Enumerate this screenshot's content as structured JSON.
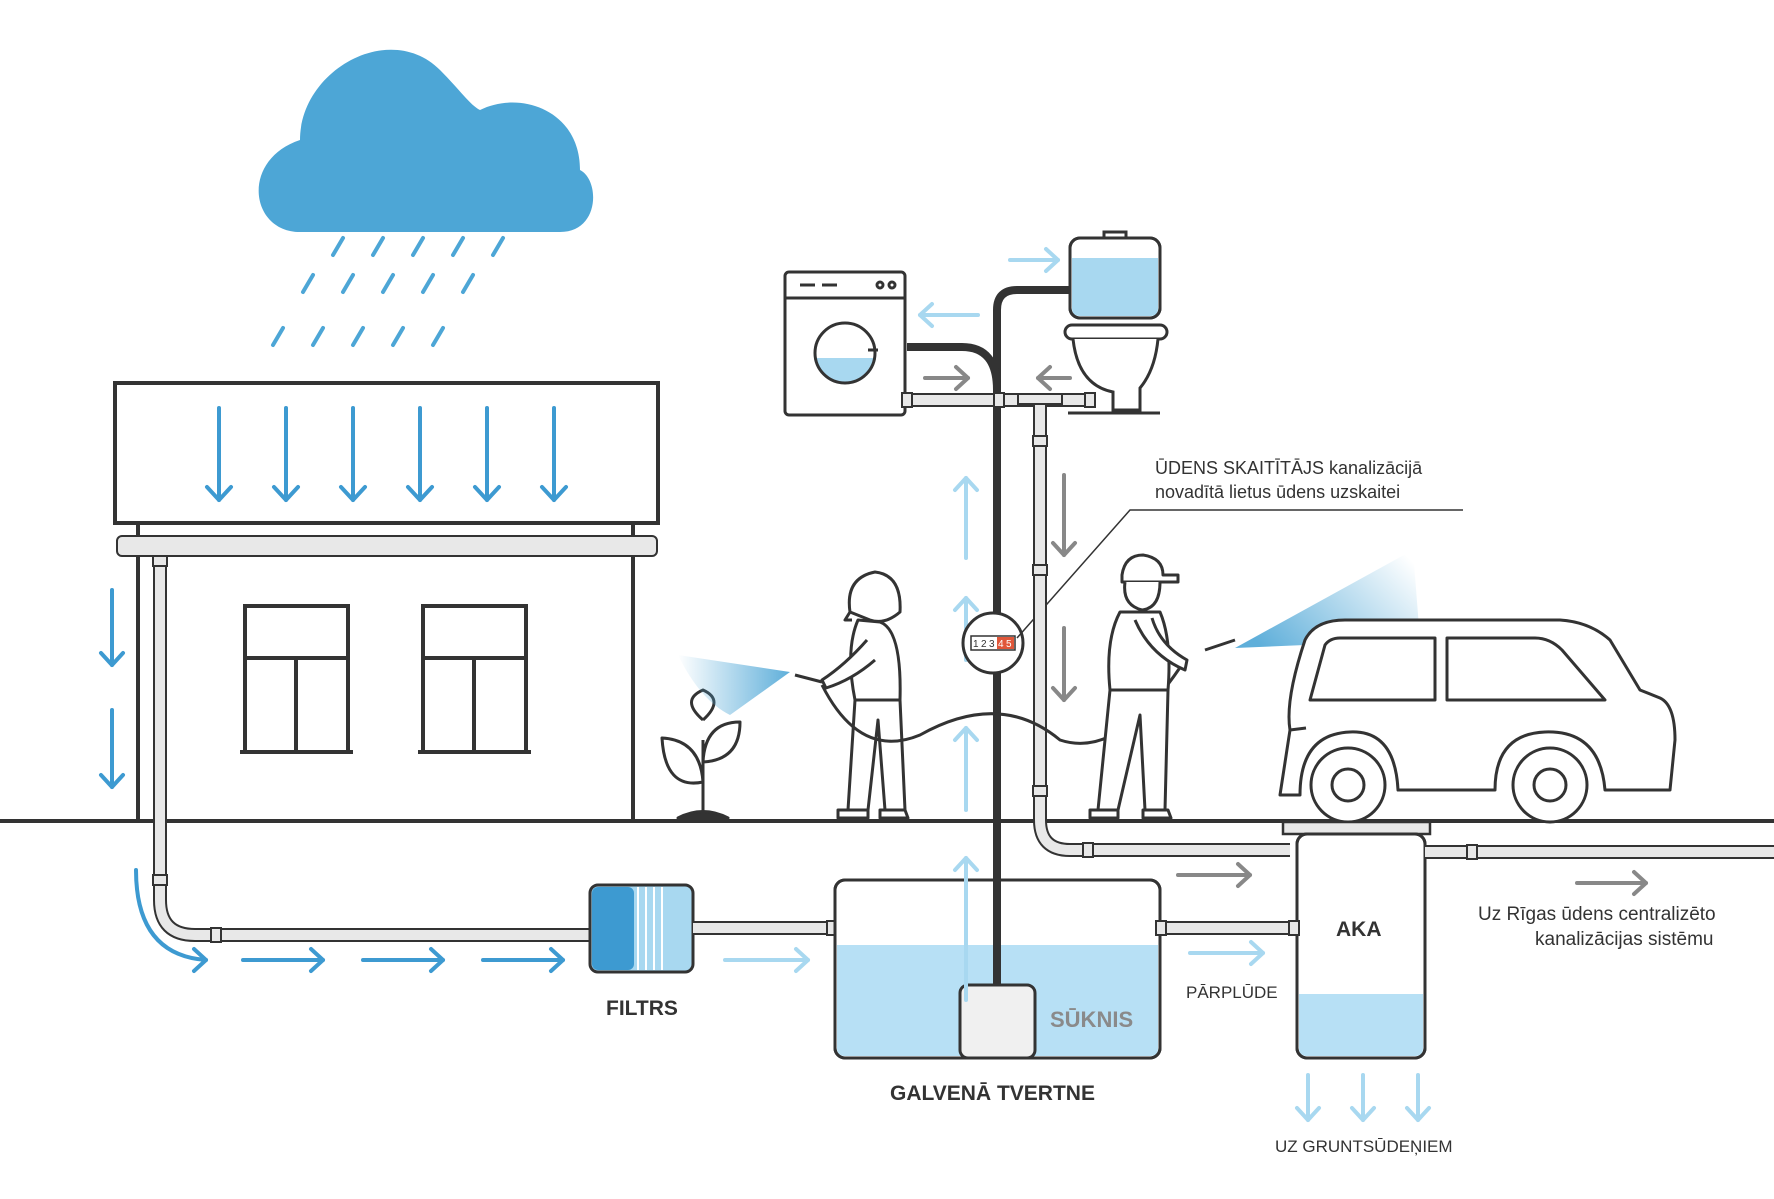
{
  "labels": {
    "meter_title": "ŪDENS SKAITĪTĀJS kanalizācijā",
    "meter_subtitle": "novadītā lietus ūdens uzskaitei",
    "filter": "FILTRS",
    "main_tank": "GALVENĀ TVERTNE",
    "pump": "SŪKNIS",
    "overflow": "PĀRPLŪDE",
    "aka": "AKA",
    "sewer_line1": "Uz Rīgas ūdens centralizēto",
    "sewer_line2": "kanalizācijas sistēmu",
    "groundwater": "UZ GRUNTSŪDEŅIEM"
  },
  "meter_digits": [
    "1",
    "2",
    "3",
    "4",
    "5"
  ],
  "colors": {
    "cloud": "#4da6d6",
    "water_dark": "#3d9ad1",
    "water_light": "#a8d8f0",
    "water_fill": "#b7e0f5",
    "outline": "#333333",
    "pipe": "#e8e8e8",
    "arrow_grey": "#888888",
    "meter_red": "#e0573a"
  },
  "icons": [
    "cloud-icon",
    "washing-machine-icon",
    "toilet-icon",
    "plant-icon",
    "car-icon",
    "water-meter-icon",
    "person-icon"
  ]
}
